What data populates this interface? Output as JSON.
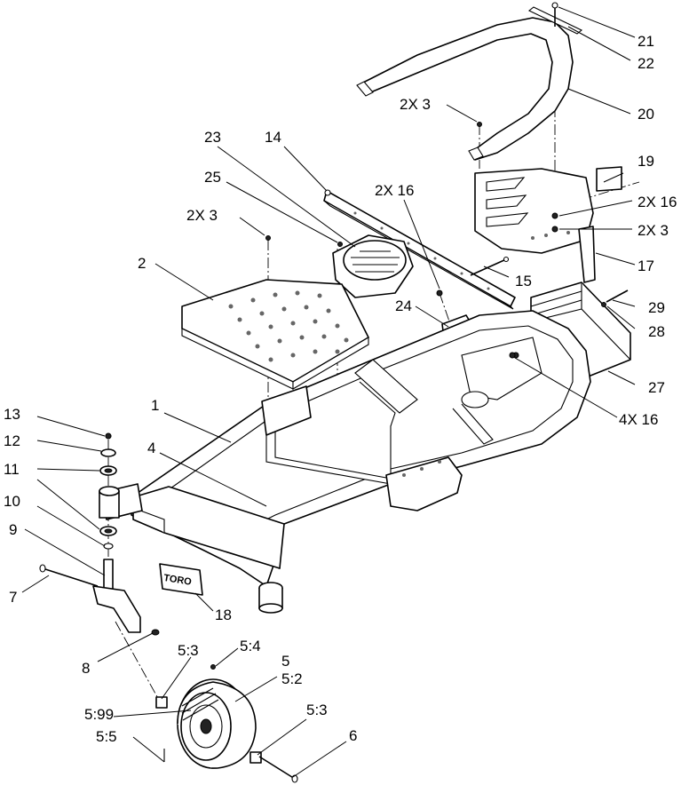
{
  "callouts": [
    {
      "id": "c21",
      "text": "21"
    },
    {
      "id": "c22",
      "text": "22"
    },
    {
      "id": "c20",
      "text": "20"
    },
    {
      "id": "c2x3a",
      "text": "2X 3"
    },
    {
      "id": "c19",
      "text": "19"
    },
    {
      "id": "c2x16a",
      "text": "2X 16"
    },
    {
      "id": "c2x3b",
      "text": "2X 3"
    },
    {
      "id": "c17",
      "text": "17"
    },
    {
      "id": "c23",
      "text": "23"
    },
    {
      "id": "c14",
      "text": "14"
    },
    {
      "id": "c25",
      "text": "25"
    },
    {
      "id": "c2x3c",
      "text": "2X 3"
    },
    {
      "id": "c2x16b",
      "text": "2X 16"
    },
    {
      "id": "c15",
      "text": "15"
    },
    {
      "id": "c2",
      "text": "2"
    },
    {
      "id": "c29",
      "text": "29"
    },
    {
      "id": "c28",
      "text": "28"
    },
    {
      "id": "c24",
      "text": "24"
    },
    {
      "id": "c27",
      "text": "27"
    },
    {
      "id": "c1",
      "text": "1"
    },
    {
      "id": "c4x16",
      "text": "4X 16"
    },
    {
      "id": "c13",
      "text": "13"
    },
    {
      "id": "c12",
      "text": "12"
    },
    {
      "id": "c4",
      "text": "4"
    },
    {
      "id": "c11",
      "text": "11"
    },
    {
      "id": "c10",
      "text": "10"
    },
    {
      "id": "c9",
      "text": "9"
    },
    {
      "id": "c7",
      "text": "7"
    },
    {
      "id": "c18",
      "text": "18"
    },
    {
      "id": "c8",
      "text": "8"
    },
    {
      "id": "c5_3a",
      "text": "5:3"
    },
    {
      "id": "c5_4",
      "text": "5:4"
    },
    {
      "id": "c5",
      "text": "5"
    },
    {
      "id": "c5_2",
      "text": "5:2"
    },
    {
      "id": "c5_99",
      "text": "5:99"
    },
    {
      "id": "c5_5",
      "text": "5:5"
    },
    {
      "id": "c5_3b",
      "text": "5:3"
    },
    {
      "id": "c6",
      "text": "6"
    }
  ],
  "decal_text": "TORO"
}
